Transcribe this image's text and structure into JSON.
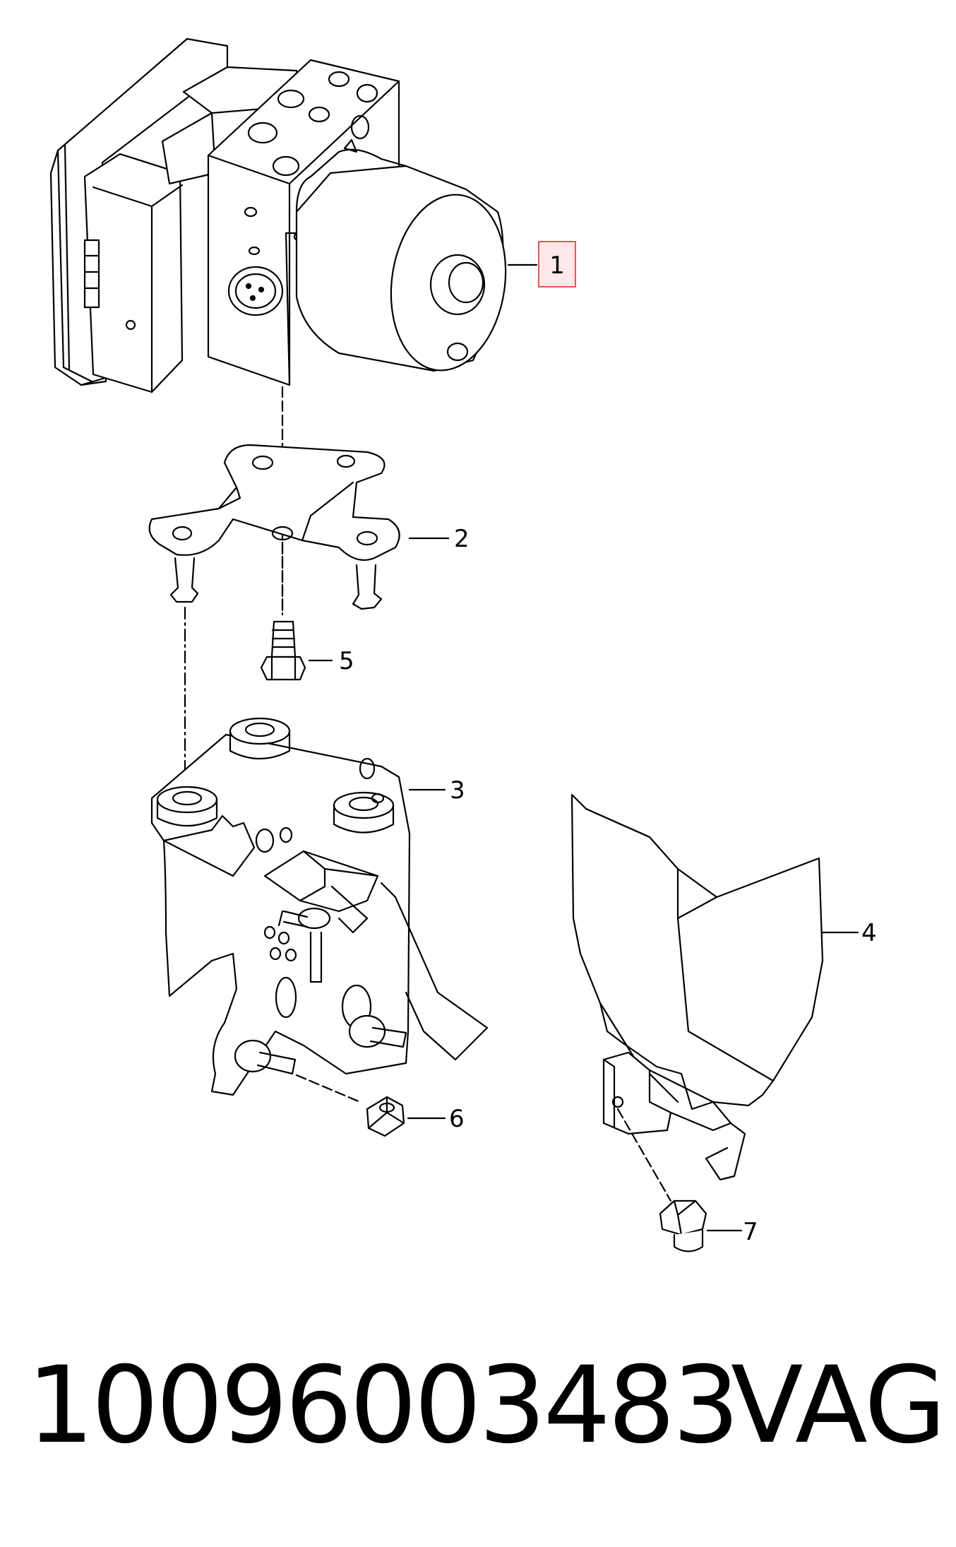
{
  "diagram": {
    "callouts": [
      {
        "id": "1",
        "label": "1",
        "highlighted": true,
        "part": "abs-control-unit"
      },
      {
        "id": "2",
        "label": "2",
        "part": "upper-bracket"
      },
      {
        "id": "3",
        "label": "3",
        "part": "mounting-bracket"
      },
      {
        "id": "4",
        "label": "4",
        "part": "heat-shield"
      },
      {
        "id": "5",
        "label": "5",
        "part": "hex-bolt"
      },
      {
        "id": "6",
        "label": "6",
        "part": "hex-nut"
      },
      {
        "id": "7",
        "label": "7",
        "part": "collar-nut"
      }
    ],
    "highlight_color": "#e02020",
    "highlight_fill": "#fde8ea"
  },
  "footer": {
    "part_number": "10096003483",
    "brand": "VAG"
  }
}
